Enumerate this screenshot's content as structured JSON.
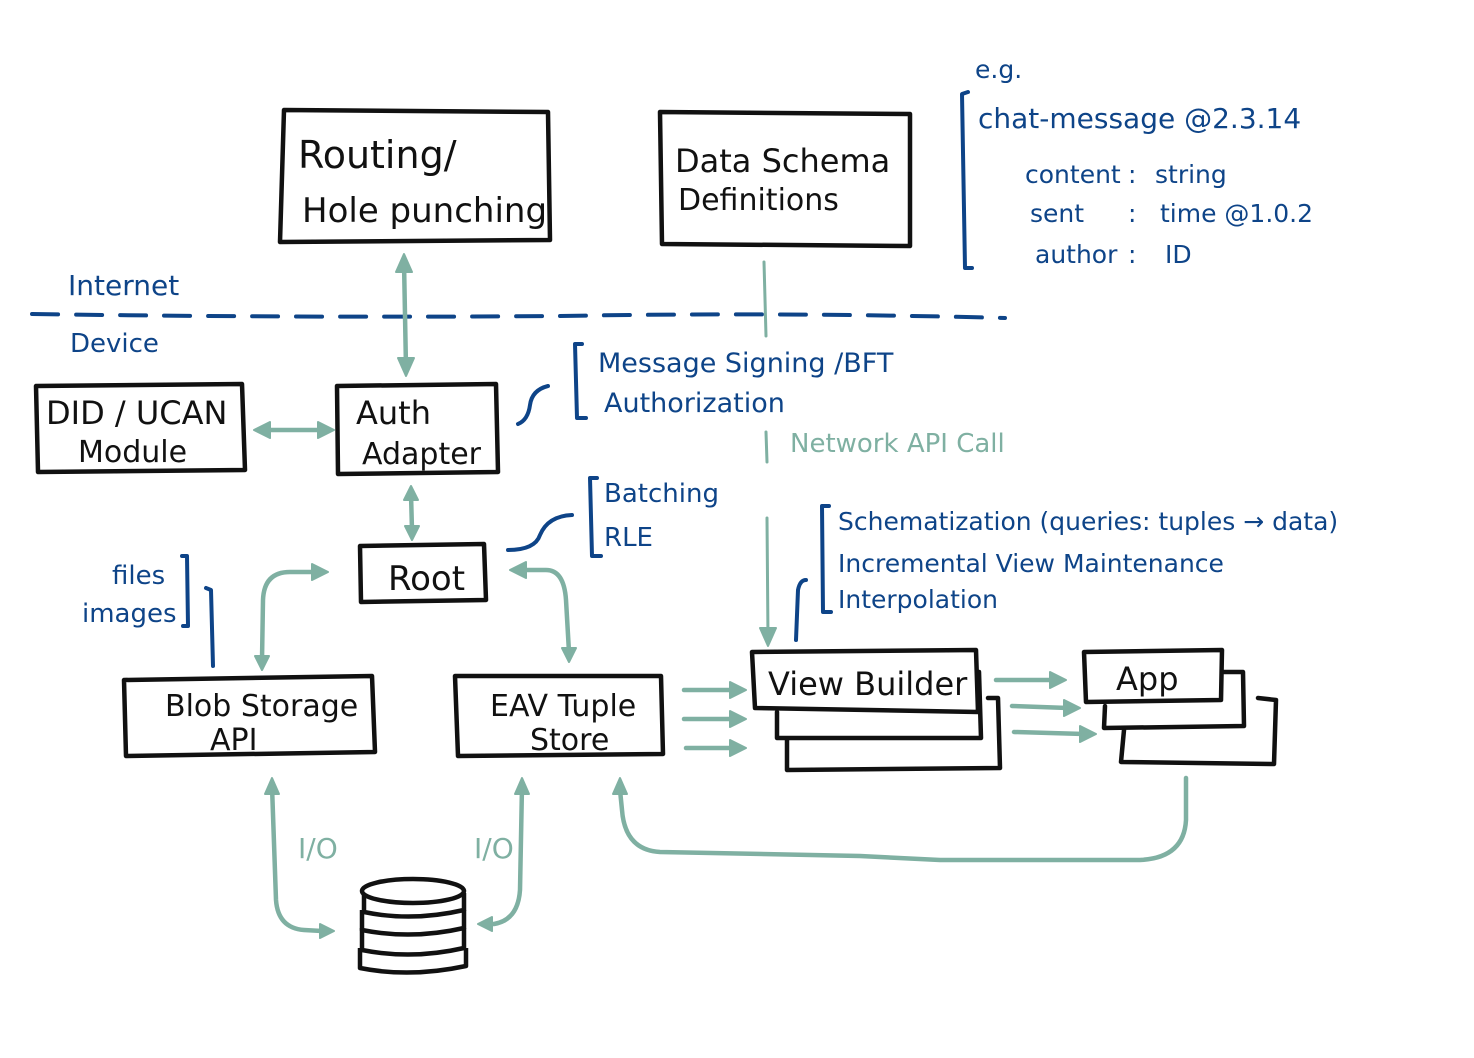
{
  "zones": {
    "internet": "Internet",
    "device": "Device"
  },
  "nodes": {
    "routing": {
      "line1": "Routing/",
      "line2": "Hole punching"
    },
    "schema": {
      "line1": "Data Schema",
      "line2": "Definitions"
    },
    "did": {
      "line1": "DID / UCAN",
      "line2": "Module"
    },
    "auth": {
      "line1": "Auth",
      "line2": "Adapter"
    },
    "root": {
      "label": "Root"
    },
    "blob": {
      "line1": "Blob Storage",
      "line2": "API"
    },
    "eav": {
      "line1": "EAV Tuple",
      "line2": "Store"
    },
    "view_builder": {
      "label": "View Builder"
    },
    "app": {
      "label": "App"
    },
    "database": {
      "label": ""
    }
  },
  "annotations": {
    "auth_notes": [
      "Message Signing /BFT",
      "Authorization"
    ],
    "network_call": "Network API Call",
    "root_notes": [
      "Batching",
      "RLE"
    ],
    "blob_notes": [
      "files",
      "images"
    ],
    "view_notes": [
      "Schematization (queries: tuples → data)",
      "Incremental View Maintenance",
      "Interpolation"
    ],
    "io_left": "I/O",
    "io_right": "I/O"
  },
  "schema_example": {
    "intro": "e.g.",
    "type_name": "chat-message @2.3.14",
    "fields": [
      {
        "name": "content",
        "type": "string"
      },
      {
        "name": "sent",
        "type": "time @1.0.2"
      },
      {
        "name": "author",
        "type": "ID"
      }
    ]
  },
  "colors": {
    "box_stroke": "#111111",
    "annotation_blue": "#0e4488",
    "connector_green": "#7fb0a2"
  }
}
